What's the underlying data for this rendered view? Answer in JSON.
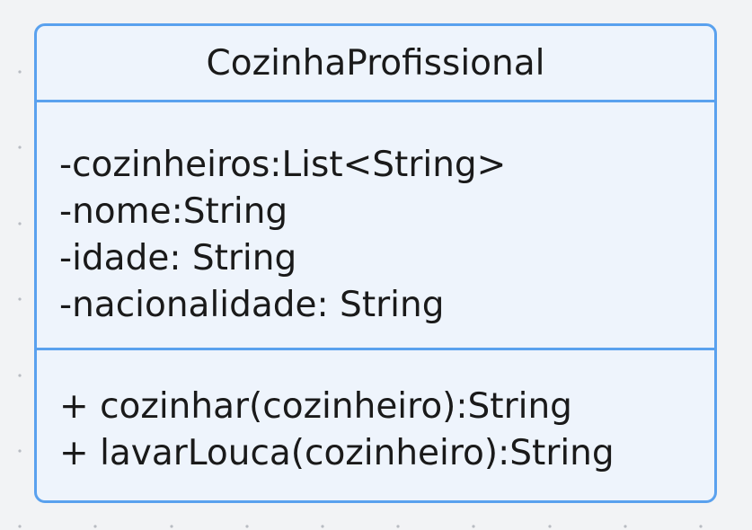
{
  "uml_class": {
    "name": "CozinhaProfissional",
    "attributes": [
      "-cozinheiros:List<String>",
      "-nome:String",
      "-idade: String",
      "-nacionalidade: String"
    ],
    "methods": [
      "+ cozinhar(cozinheiro):String",
      "+ lavarLouca(cozinheiro):String"
    ]
  },
  "colors": {
    "border": "#5aa1ee",
    "fill": "#eef4fc",
    "canvas": "#f2f3f5",
    "text": "#1a1a1a"
  }
}
